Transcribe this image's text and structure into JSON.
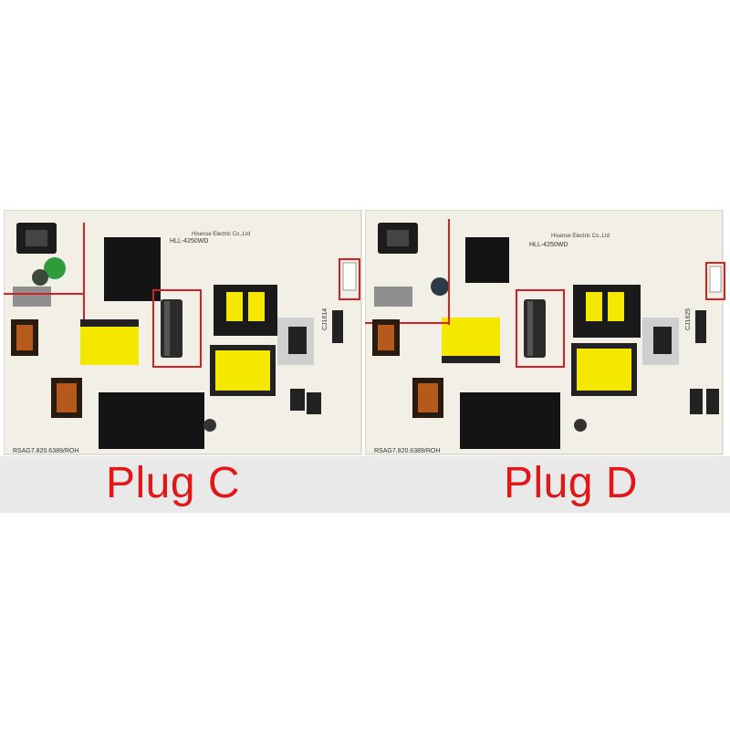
{
  "panels": [
    {
      "caption": "Plug C",
      "board_code": "RSAG7.820.6389/ROH",
      "header_model": "HLL-4250WD",
      "maker": "Hisense Electric Co.,Ltd",
      "stamp": "CJ1614"
    },
    {
      "caption": "Plug D",
      "board_code": "RSAG7.820.6389/ROH",
      "header_model": "HLL-4250WD",
      "maker": "Hisense Electric Co.,Ltd",
      "stamp": "CJ1625"
    }
  ],
  "colors": {
    "caption": "#e01818",
    "highlight_box": "#d42222",
    "pcb": "#f1efe6",
    "transformer_yellow": "#f4e800"
  }
}
